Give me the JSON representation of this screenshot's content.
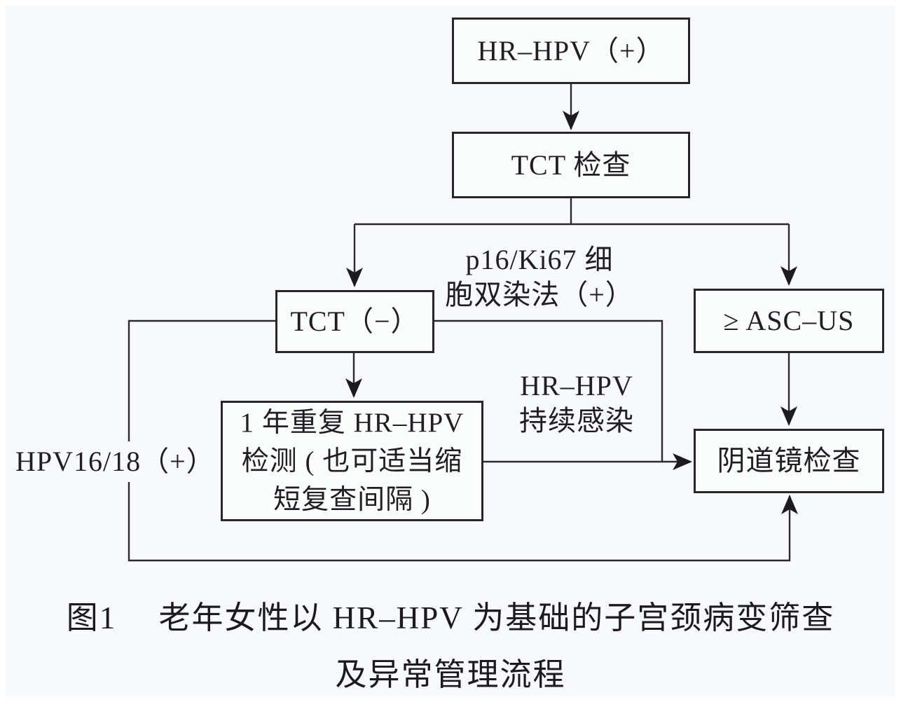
{
  "figure": {
    "background_color": "#f7f9fa",
    "ink_color": "#26262b",
    "type": "flowchart"
  },
  "nodes": {
    "hr_hpv_positive": {
      "label": "HR–HPV（+）"
    },
    "tct_exam": {
      "label": "TCT 检查"
    },
    "tct_negative": {
      "label": "TCT（−）"
    },
    "asc_us": {
      "label": "≥ ASC–US"
    },
    "repeat_test": {
      "line1": "1 年重复 HR–HPV",
      "line2": "检测 ( 也可适当缩",
      "line3": "短复查间隔 )"
    },
    "colposcopy": {
      "label": "阴道镜检查"
    }
  },
  "edge_labels": {
    "p16_ki67": {
      "line1": "p16/Ki67 细",
      "line2": "胞双染法（+）"
    },
    "hpv_persistent": {
      "line1": "HR–HPV",
      "line2": "持续感染"
    },
    "hpv16_18": {
      "label": "HPV16/18（+）"
    }
  },
  "caption": {
    "line1": "图1　 老年女性以 HR–HPV 为基础的子宫颈病变筛查",
    "line2": "及异常管理流程"
  }
}
